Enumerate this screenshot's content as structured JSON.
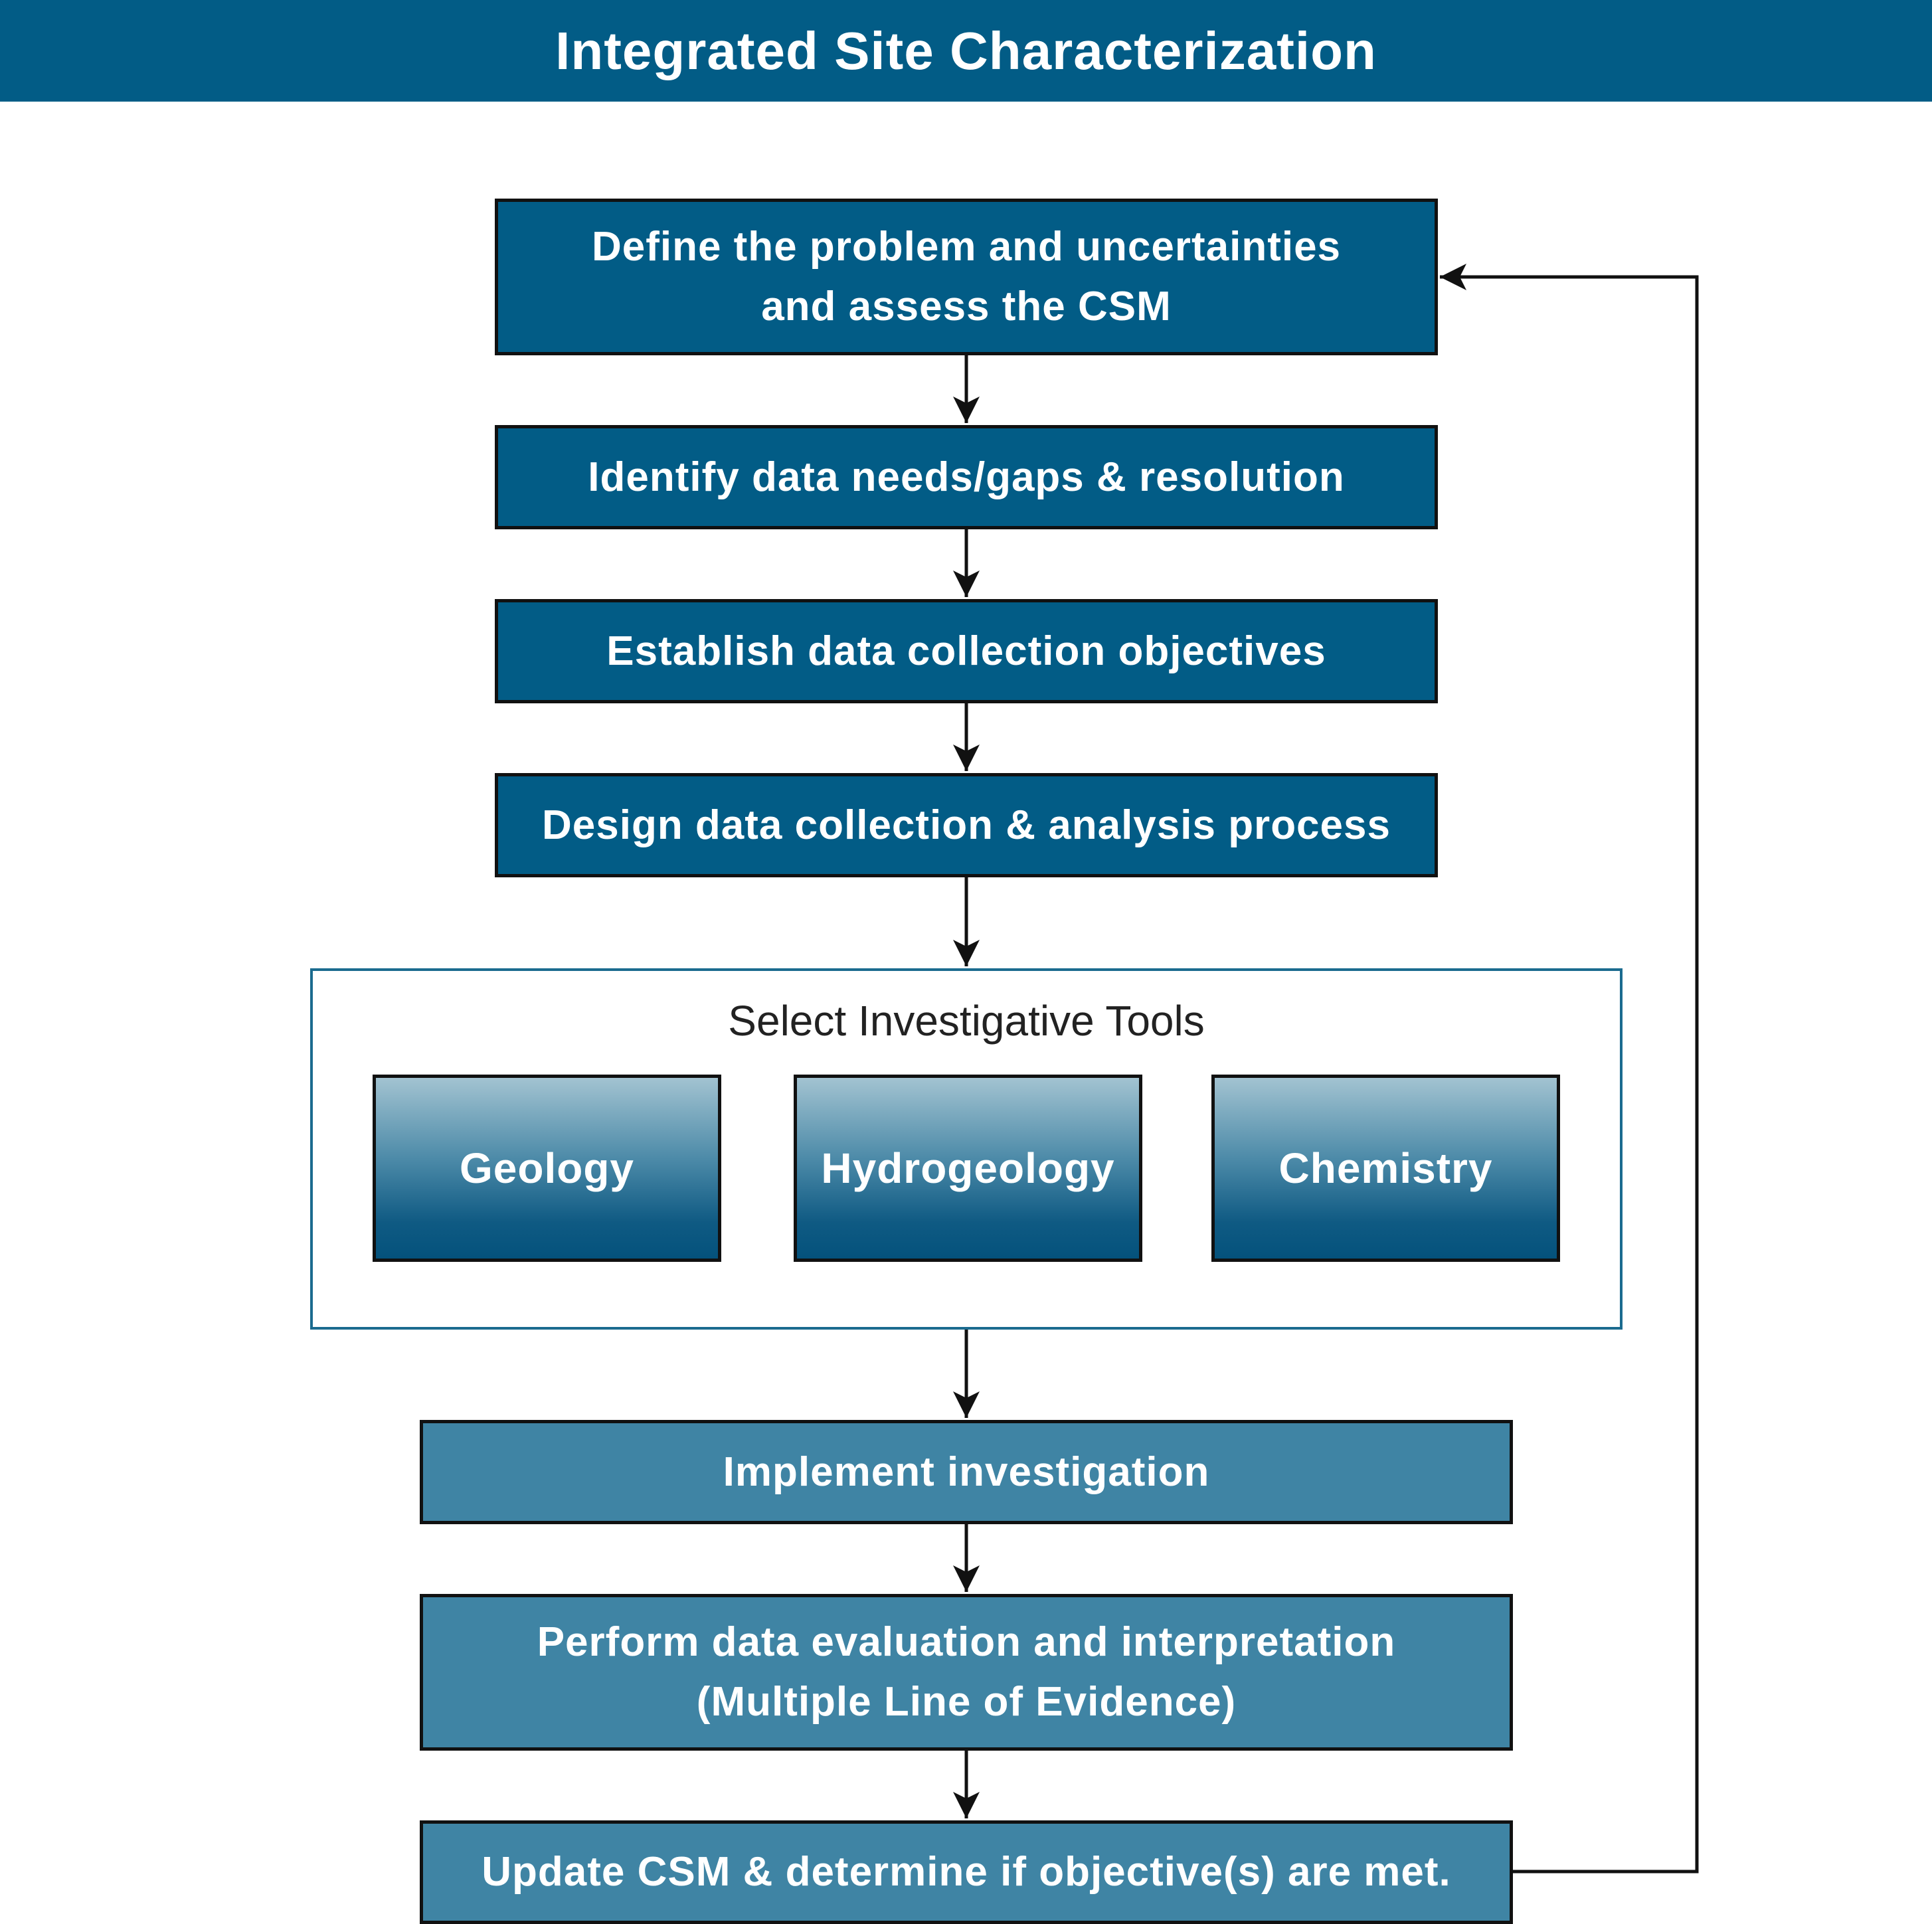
{
  "title": "Integrated Site Characterization",
  "steps": [
    {
      "id": "define",
      "label": "Define the problem and uncertainties\nand assess the CSM"
    },
    {
      "id": "identify",
      "label": "Identify data needs/gaps & resolution"
    },
    {
      "id": "establish",
      "label": "Establish data collection objectives"
    },
    {
      "id": "design",
      "label": "Design data collection & analysis process"
    },
    {
      "id": "implement",
      "label": "Implement investigation"
    },
    {
      "id": "perform",
      "label": "Perform data evaluation and interpretation\n(Multiple Line of Evidence)"
    },
    {
      "id": "update",
      "label": "Update CSM & determine if objective(s) are met."
    }
  ],
  "tools_group": {
    "title": "Select Investigative Tools",
    "tools": [
      "Geology",
      "Hydrogeology",
      "Chemistry"
    ]
  },
  "colors": {
    "header": "#025c86",
    "step_dark": "#025c86",
    "step_mid": "#3f84a4",
    "group_border": "#1b6b8f"
  }
}
